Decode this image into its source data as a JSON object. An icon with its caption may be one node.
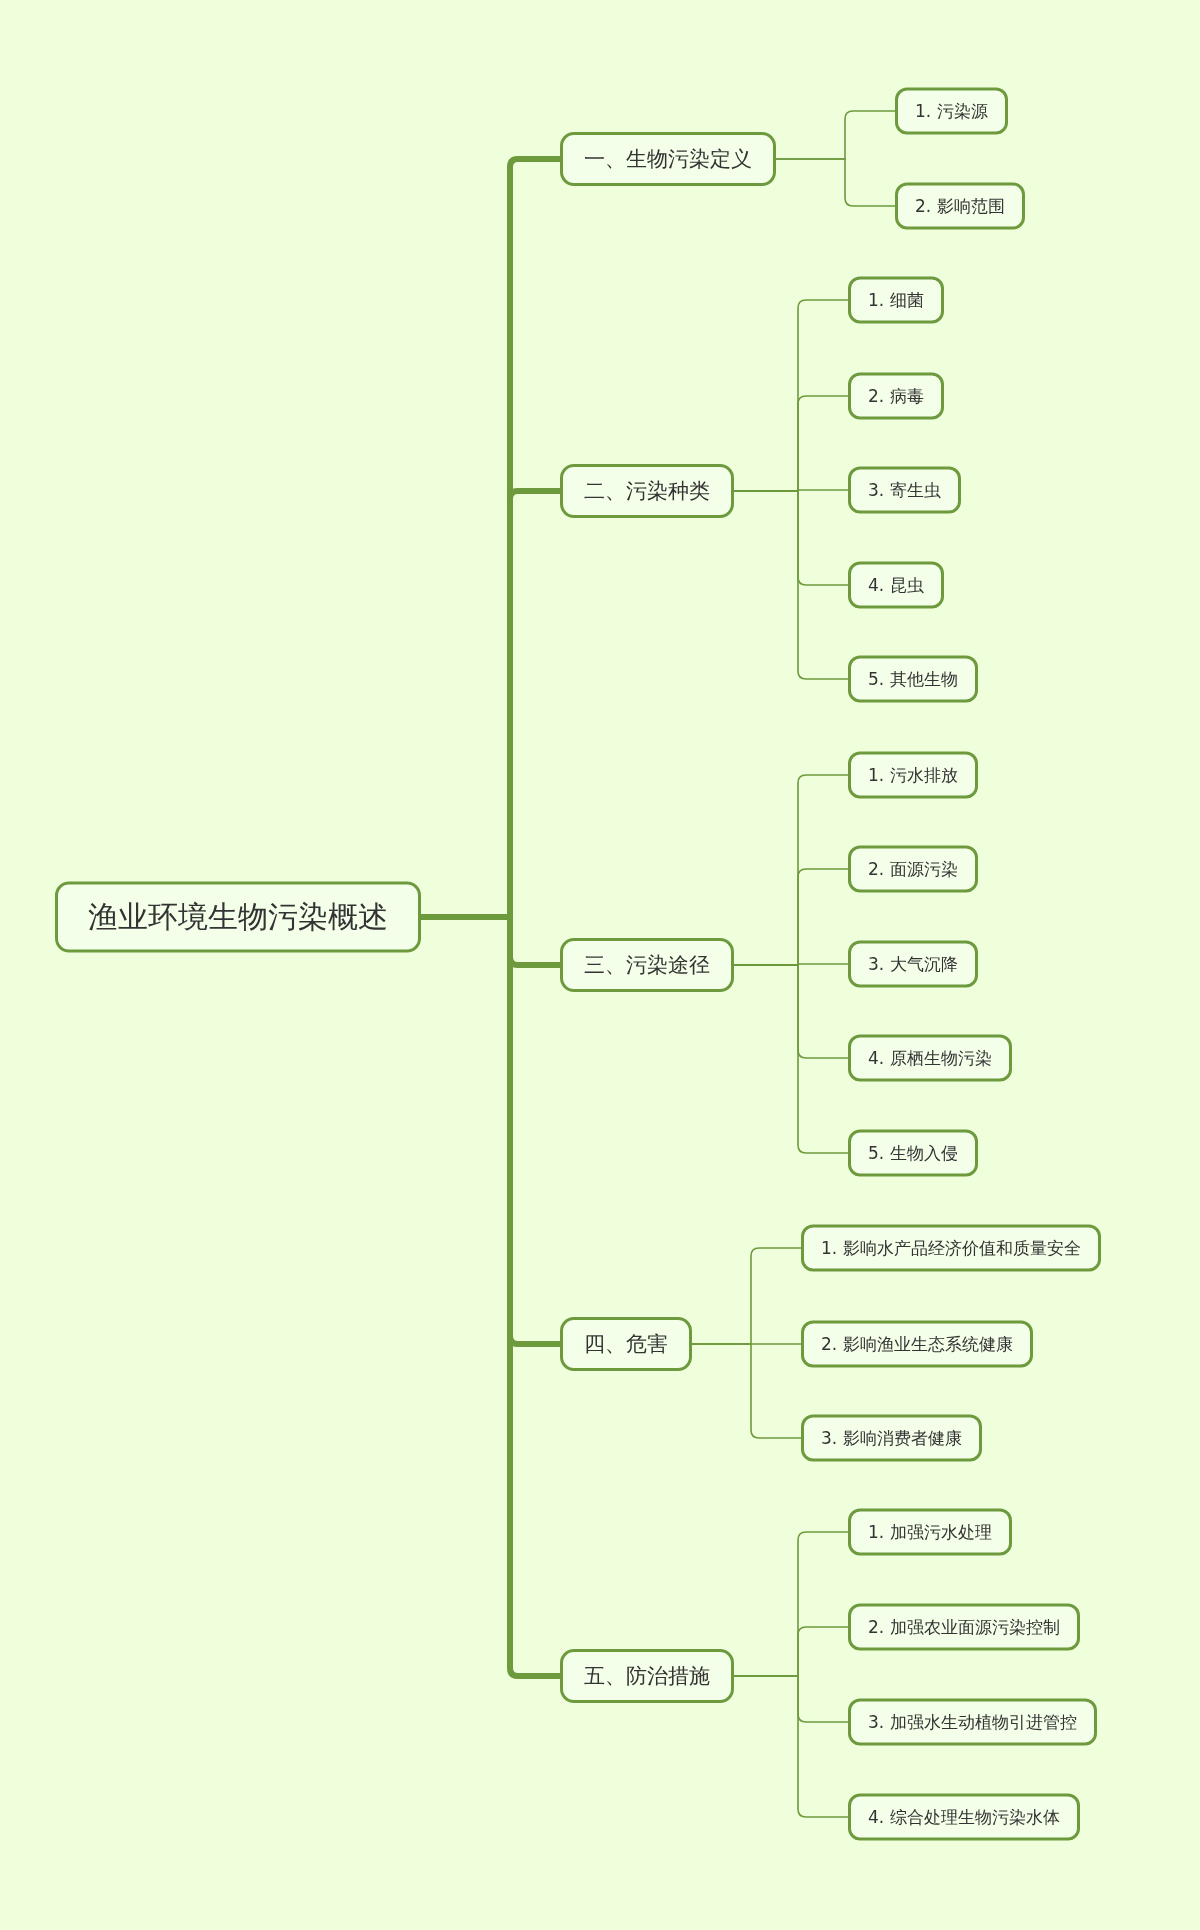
{
  "diagram": {
    "nodes": [
      {
        "text": [
          "渔业环境生物污染概述"
        ]
      },
      {
        "text": [
          "一、生物污染定义"
        ]
      },
      {
        "text": [
          "1. 污染源"
        ]
      },
      {
        "text": [
          "2. 影响范围"
        ]
      },
      {
        "text": [
          "二、污染种类"
        ]
      },
      {
        "text": [
          "1. 细菌"
        ]
      },
      {
        "text": [
          "2. 病毒"
        ]
      },
      {
        "text": [
          "3. 寄生虫"
        ]
      },
      {
        "text": [
          "4. 昆虫"
        ]
      },
      {
        "text": [
          "5. 其他生物"
        ]
      },
      {
        "text": [
          "三、污染途径"
        ]
      },
      {
        "text": [
          "1. 污水排放"
        ]
      },
      {
        "text": [
          "2. 面源污染"
        ]
      },
      {
        "text": [
          "3. 大气沉降"
        ]
      },
      {
        "text": [
          "4. 原栖生物污染"
        ]
      },
      {
        "text": [
          "5. 生物入侵"
        ]
      },
      {
        "text": [
          "四、危害"
        ]
      },
      {
        "text": [
          "1. 影响水产品经济价值和质量安全"
        ]
      },
      {
        "text": [
          "2. 影响渔业生态系统健康"
        ]
      },
      {
        "text": [
          "3. 影响消费者健康"
        ]
      },
      {
        "text": [
          "五、防治措施"
        ]
      },
      {
        "text": [
          "1. 加强污水处理"
        ]
      },
      {
        "text": [
          "2. 加强农业面源污染控制"
        ]
      },
      {
        "text": [
          "3. 加强水生动植物引进管控"
        ]
      },
      {
        "text": [
          "4. 综合处理生物污染水体"
        ]
      }
    ],
    "edges": [
      {
        "from": 0,
        "to": 1,
        "arrow": "none",
        "style": "thick"
      },
      {
        "from": 1,
        "to": 2,
        "arrow": "none"
      },
      {
        "from": 1,
        "to": 3,
        "arrow": "none"
      },
      {
        "from": 0,
        "to": 4,
        "arrow": "none",
        "style": "thick"
      },
      {
        "from": 4,
        "to": 5,
        "arrow": "none"
      },
      {
        "from": 4,
        "to": 6,
        "arrow": "none"
      },
      {
        "from": 4,
        "to": 7,
        "arrow": "none"
      },
      {
        "from": 4,
        "to": 8,
        "arrow": "none"
      },
      {
        "from": 4,
        "to": 9,
        "arrow": "none"
      },
      {
        "from": 0,
        "to": 10,
        "arrow": "none",
        "style": "thick"
      },
      {
        "from": 10,
        "to": 11,
        "arrow": "none"
      },
      {
        "from": 10,
        "to": 12,
        "arrow": "none"
      },
      {
        "from": 10,
        "to": 13,
        "arrow": "none"
      },
      {
        "from": 10,
        "to": 14,
        "arrow": "none"
      },
      {
        "from": 10,
        "to": 15,
        "arrow": "none"
      },
      {
        "from": 0,
        "to": 16,
        "arrow": "none",
        "style": "thick"
      },
      {
        "from": 16,
        "to": 17,
        "arrow": "none"
      },
      {
        "from": 16,
        "to": 18,
        "arrow": "none"
      },
      {
        "from": 16,
        "to": 19,
        "arrow": "none"
      },
      {
        "from": 0,
        "to": 20,
        "arrow": "none",
        "style": "thick"
      },
      {
        "from": 20,
        "to": 21,
        "arrow": "none"
      },
      {
        "from": 20,
        "to": 22,
        "arrow": "none"
      },
      {
        "from": 20,
        "to": 23,
        "arrow": "none"
      },
      {
        "from": 20,
        "to": 24,
        "arrow": "none"
      }
    ]
  }
}
